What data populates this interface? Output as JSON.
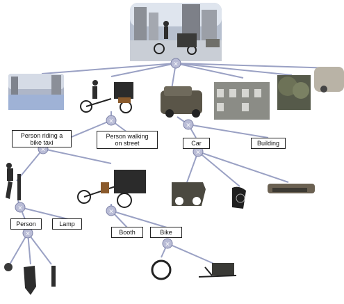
{
  "labels": {
    "person_riding": "Person riding a\nbike taxi",
    "person_walking": "Person walking\non street",
    "car": "Car",
    "building": "Building",
    "person": "Person",
    "lamp": "Lamp",
    "booth": "Booth",
    "bike": "Bike"
  },
  "node_glyph": "×",
  "colors": {
    "edge": "#9aa1c4",
    "node_fill": "#b9bcd6",
    "node_stroke": "#7d82a8",
    "label_border": "#222222"
  }
}
